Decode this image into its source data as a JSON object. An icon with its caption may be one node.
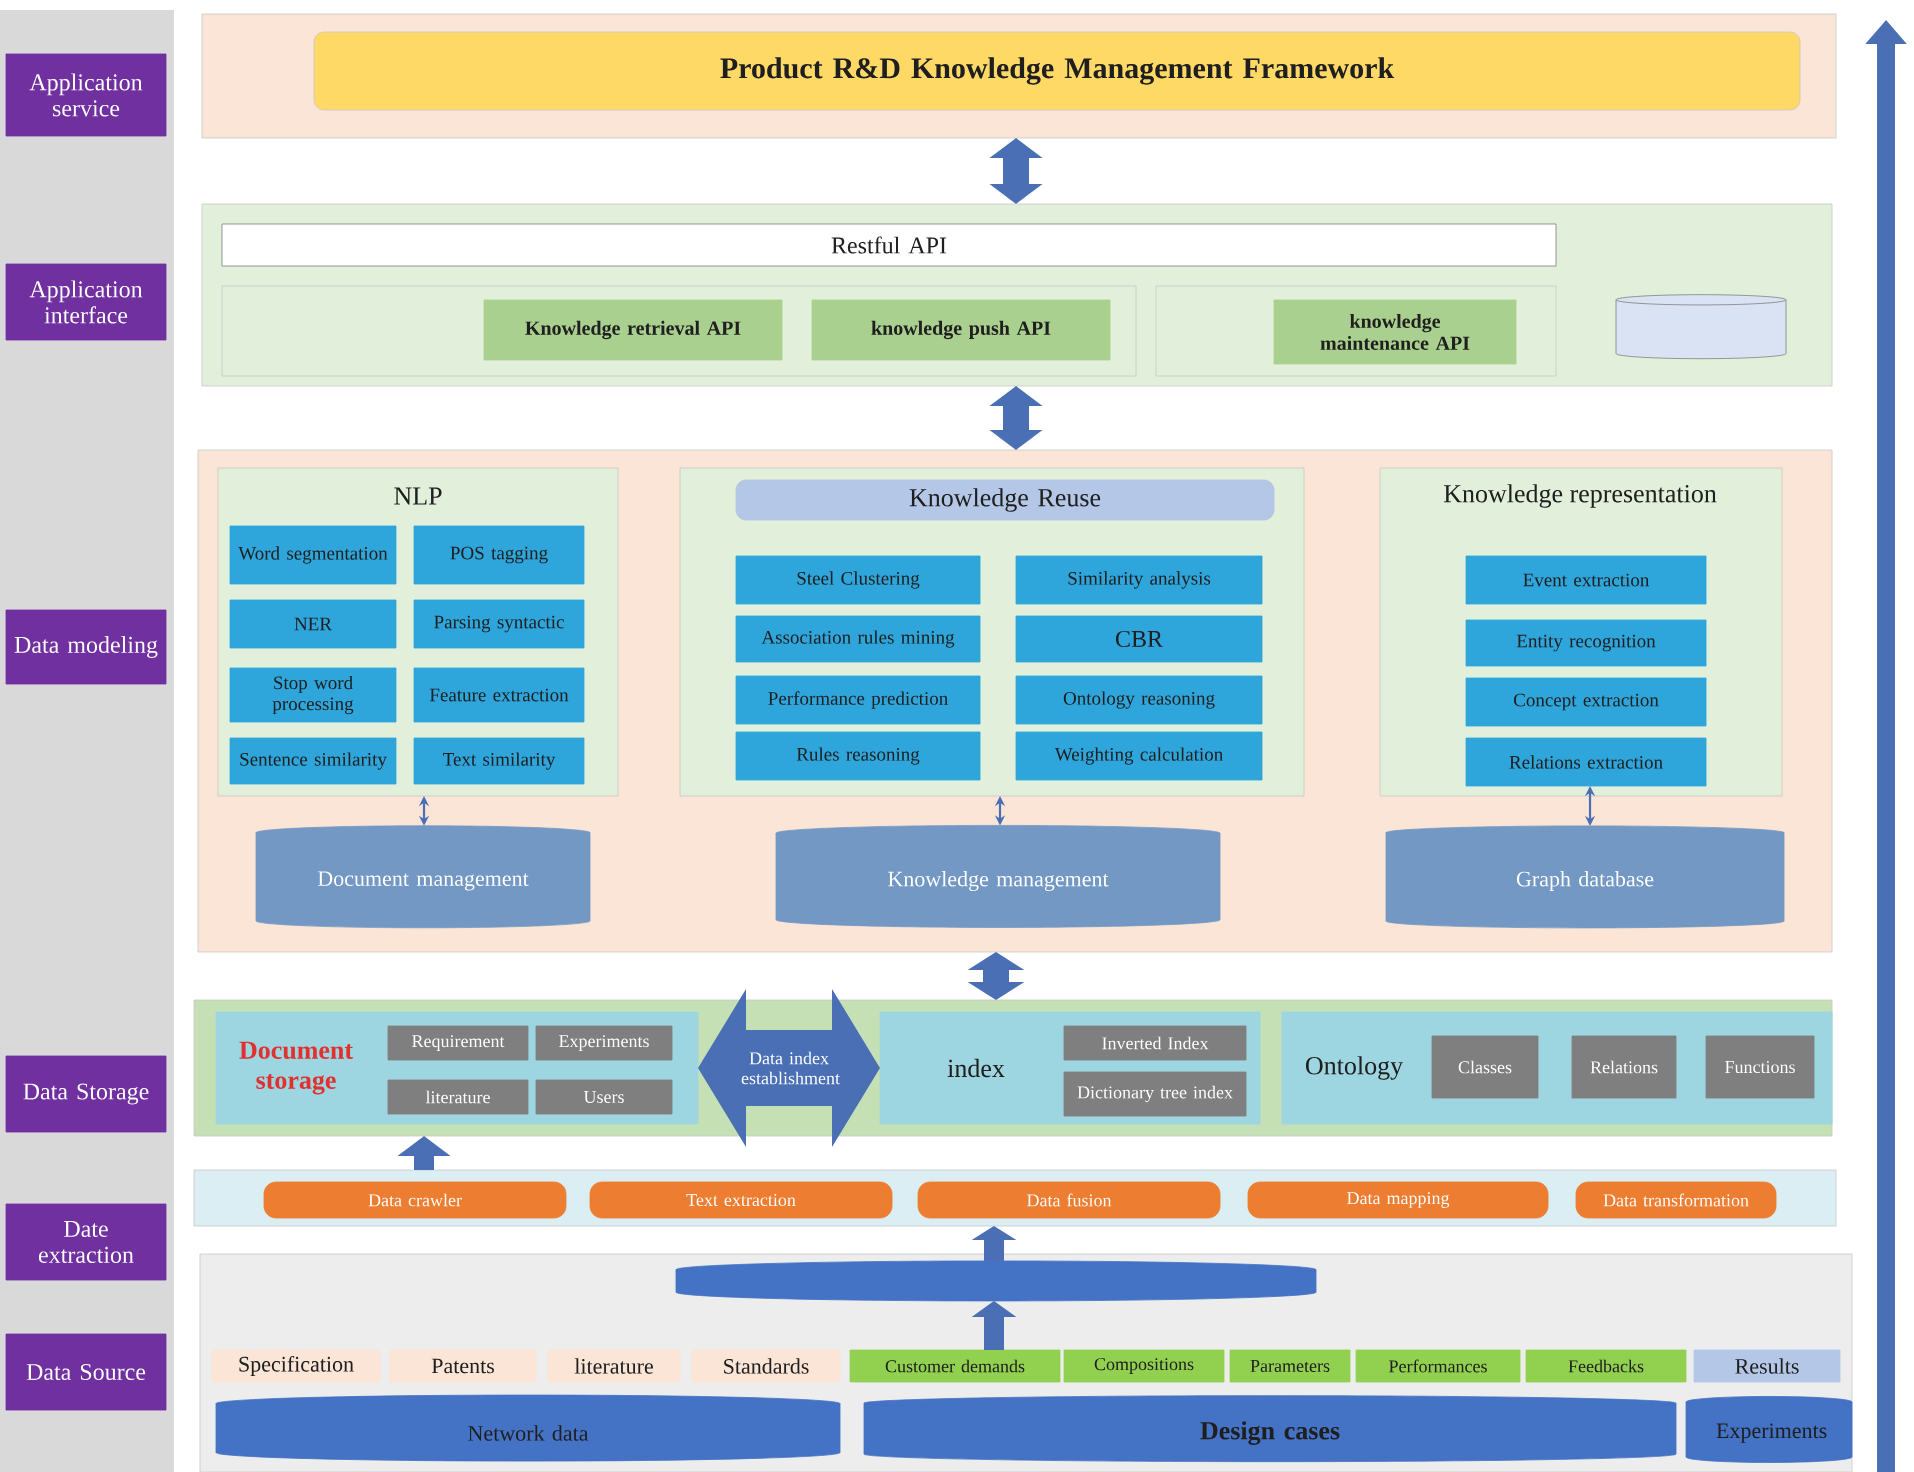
{
  "diagram": {
    "nodes": [
      {
        "text": [
          "Application service"
        ]
      },
      {
        "text": [
          "Application interface"
        ]
      },
      {
        "text": [
          "Data modeling"
        ]
      },
      {
        "text": [
          "Data Storage"
        ]
      },
      {
        "text": [
          "Date extraction"
        ]
      },
      {
        "text": [
          "Data Source"
        ]
      },
      {
        "text": [],
        "shape": "box"
      },
      {
        "text": [
          "Product R&D Knowledge Management Framework"
        ],
        "in": 6
      },
      {
        "text": [],
        "shape": "box"
      },
      {
        "text": [
          "Restful API"
        ],
        "in": 8
      },
      {
        "text": [],
        "shape": "box",
        "in": 8
      },
      {
        "text": [
          "Knowledge retrieval API"
        ],
        "in": 10
      },
      {
        "text": [
          "knowledge push API"
        ],
        "in": 10
      },
      {
        "text": [],
        "shape": "box",
        "in": 8
      },
      {
        "text": [
          "knowledge maintenance API"
        ],
        "in": 13
      },
      {
        "text": [],
        "shape": "cylinder",
        "in": 8
      },
      {
        "text": [],
        "shape": "box"
      },
      {
        "text": [
          "NLP"
        ],
        "in": 16
      },
      {
        "text": [
          "Word segmentation"
        ],
        "in": 17
      },
      {
        "text": [
          "POS tagging"
        ],
        "in": 17
      },
      {
        "text": [
          "NER"
        ],
        "in": 17
      },
      {
        "text": [
          "Parsing syntactic"
        ],
        "in": 17
      },
      {
        "text": [
          "Stop word processing"
        ],
        "in": 17
      },
      {
        "text": [
          "Feature extraction"
        ],
        "in": 17
      },
      {
        "text": [
          "Sentence similarity"
        ],
        "in": 17
      },
      {
        "text": [
          "Text similarity"
        ],
        "in": 17
      },
      {
        "text": [],
        "shape": "box",
        "in": 16
      },
      {
        "text": [
          "Knowledge Reuse"
        ],
        "in": 26
      },
      {
        "text": [
          "Steel Clustering"
        ],
        "in": 26
      },
      {
        "text": [
          "Similarity analysis"
        ],
        "in": 26
      },
      {
        "text": [
          "Association rules mining"
        ],
        "in": 26
      },
      {
        "text": [
          "CBR"
        ],
        "in": 26
      },
      {
        "text": [
          "Performance prediction"
        ],
        "in": 26
      },
      {
        "text": [
          "Ontology reasoning"
        ],
        "in": 26
      },
      {
        "text": [
          "Rules reasoning"
        ],
        "in": 26
      },
      {
        "text": [
          "Weighting calculation"
        ],
        "in": 26
      },
      {
        "text": [
          "Knowledge representation"
        ],
        "in": 16
      },
      {
        "text": [
          "Event extraction"
        ],
        "in": 36
      },
      {
        "text": [
          "Entity recognition"
        ],
        "in": 36
      },
      {
        "text": [
          "Concept extraction"
        ],
        "in": 36
      },
      {
        "text": [
          "Relations extraction"
        ],
        "in": 36
      },
      {
        "text": [
          "Document management"
        ],
        "in": 16
      },
      {
        "text": [
          "Knowledge management"
        ],
        "in": 16
      },
      {
        "text": [
          "Graph database"
        ],
        "in": 16
      },
      {
        "text": [],
        "shape": "box"
      },
      {
        "text": [
          "Document storage"
        ],
        "in": 44
      },
      {
        "text": [
          "Requirement"
        ],
        "in": 45
      },
      {
        "text": [
          "Experiments"
        ],
        "in": 45
      },
      {
        "text": [
          "literature"
        ],
        "in": 45
      },
      {
        "text": [
          "Users"
        ],
        "in": 45
      },
      {
        "text": [
          "index"
        ],
        "in": 44
      },
      {
        "text": [
          "Inverted Index"
        ],
        "in": 50
      },
      {
        "text": [
          "Dictionary tree index"
        ],
        "in": 50
      },
      {
        "text": [
          "Ontology"
        ],
        "in": 44
      },
      {
        "text": [
          "Classes"
        ],
        "in": 53
      },
      {
        "text": [
          "Relations"
        ],
        "in": 53
      },
      {
        "text": [
          "Functions"
        ],
        "in": 53
      },
      {
        "text": [],
        "shape": "box"
      },
      {
        "text": [
          "Data crawler"
        ],
        "in": 57
      },
      {
        "text": [
          "Text extraction"
        ],
        "in": 57
      },
      {
        "text": [
          "Data fusion"
        ],
        "in": 57
      },
      {
        "text": [
          "Data mapping"
        ],
        "in": 57
      },
      {
        "text": [
          "Data transformation"
        ],
        "in": 57
      },
      {
        "text": [],
        "shape": "box"
      },
      {
        "text": [],
        "shape": "cylinder",
        "in": 63
      },
      {
        "text": [
          "Specification"
        ],
        "in": 63
      },
      {
        "text": [
          "Patents"
        ],
        "in": 63
      },
      {
        "text": [
          "literature"
        ],
        "in": 63
      },
      {
        "text": [
          "Standards"
        ],
        "in": 63
      },
      {
        "text": [
          "Customer demands"
        ],
        "in": 63
      },
      {
        "text": [
          "Compositions"
        ],
        "in": 63
      },
      {
        "text": [
          "Parameters"
        ],
        "in": 63
      },
      {
        "text": [
          "Performances"
        ],
        "in": 63
      },
      {
        "text": [
          "Feedbacks"
        ],
        "in": 63
      },
      {
        "text": [
          "Results"
        ],
        "in": 63
      },
      {
        "text": [
          "Network data"
        ],
        "in": 63
      },
      {
        "text": [
          "Design cases"
        ],
        "in": 63
      },
      {
        "text": [
          "Experiments"
        ],
        "in": 63
      }
    ],
    "edges": [
      {
        "from": 6,
        "to": 8,
        "arrow": "both"
      },
      {
        "from": 8,
        "to": 16,
        "arrow": "both"
      },
      {
        "from": 16,
        "to": 44,
        "arrow": "both"
      },
      {
        "from": 17,
        "to": 41,
        "arrow": "both"
      },
      {
        "from": 26,
        "to": 42,
        "arrow": "both"
      },
      {
        "from": 40,
        "to": 43,
        "arrow": "both"
      },
      {
        "from": 45,
        "to": 50,
        "arrow": "both",
        "style": "thick",
        "label": "Data index establishment"
      },
      {
        "from": 57,
        "to": 44,
        "arrow": "to"
      },
      {
        "from": 64,
        "to": 57,
        "arrow": "to"
      },
      {
        "from": 69,
        "to": 64,
        "arrow": "to"
      }
    ]
  }
}
